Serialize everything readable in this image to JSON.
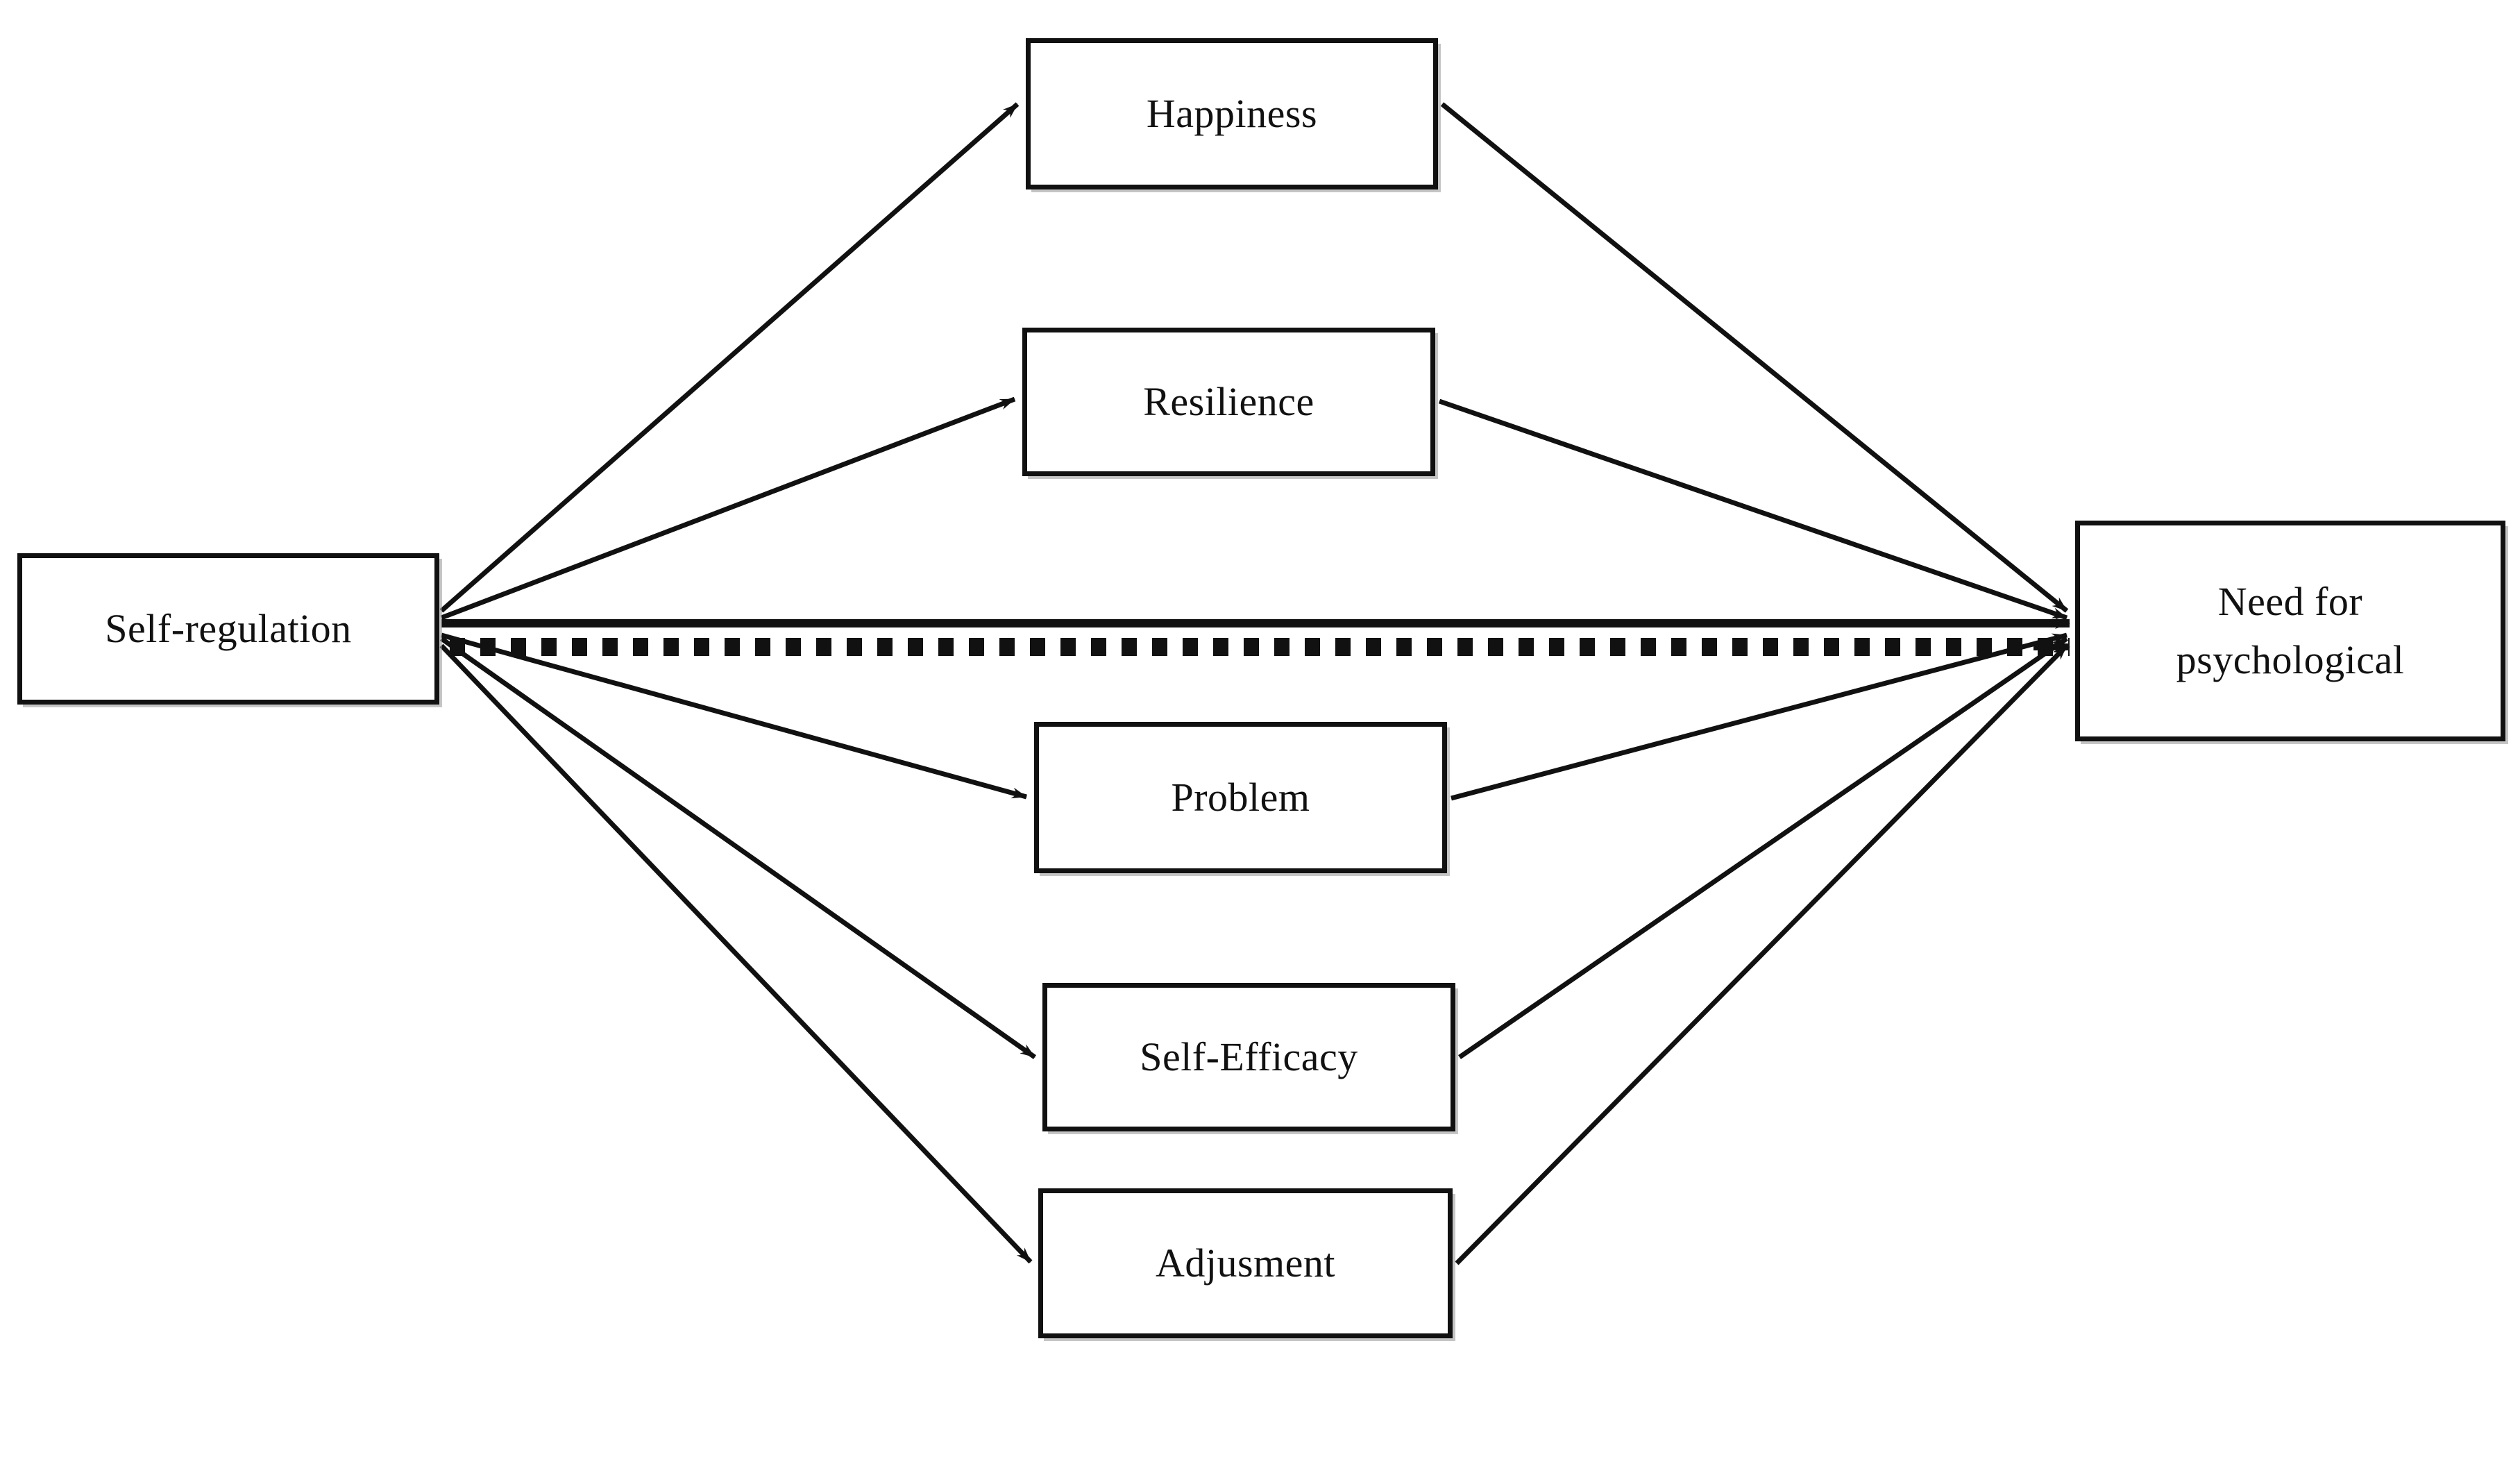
{
  "diagram": {
    "title": "Self-regulation mediation model",
    "type": "path-diagram",
    "background_color": "#ffffff",
    "line_color": "#111111",
    "text_color": "#111111",
    "nodes": [
      {
        "id": "self_regulation",
        "label": "Self-regulation",
        "role": "predictor"
      },
      {
        "id": "happiness",
        "label": "Happiness",
        "role": "mediator"
      },
      {
        "id": "resilience",
        "label": "Resilience",
        "role": "mediator"
      },
      {
        "id": "problem",
        "label": "Problem",
        "role": "mediator"
      },
      {
        "id": "self_efficacy",
        "label": "Self-Efficacy",
        "role": "mediator"
      },
      {
        "id": "adjusment",
        "label": "Adjusment",
        "role": "mediator"
      },
      {
        "id": "need_for_psychological",
        "label": "Need for\npsychological",
        "role": "outcome"
      }
    ],
    "edges": [
      {
        "from": "self_regulation",
        "to": "happiness",
        "style": "solid",
        "arrow": "end"
      },
      {
        "from": "self_regulation",
        "to": "resilience",
        "style": "solid",
        "arrow": "end"
      },
      {
        "from": "self_regulation",
        "to": "problem",
        "style": "solid",
        "arrow": "end"
      },
      {
        "from": "self_regulation",
        "to": "self_efficacy",
        "style": "solid",
        "arrow": "end"
      },
      {
        "from": "self_regulation",
        "to": "adjusment",
        "style": "solid",
        "arrow": "end"
      },
      {
        "from": "happiness",
        "to": "need_for_psychological",
        "style": "solid",
        "arrow": "end"
      },
      {
        "from": "resilience",
        "to": "need_for_psychological",
        "style": "solid",
        "arrow": "end"
      },
      {
        "from": "problem",
        "to": "need_for_psychological",
        "style": "solid",
        "arrow": "end"
      },
      {
        "from": "self_efficacy",
        "to": "need_for_psychological",
        "style": "solid",
        "arrow": "end"
      },
      {
        "from": "adjusment",
        "to": "need_for_psychological",
        "style": "solid",
        "arrow": "end"
      },
      {
        "from": "self_regulation",
        "to": "need_for_psychological",
        "style": "solid",
        "arrow": "end",
        "note": "direct horizontal path"
      },
      {
        "from": "self_regulation",
        "to": "need_for_psychological",
        "style": "dotted",
        "arrow": "end",
        "note": "direct dotted path"
      }
    ]
  }
}
